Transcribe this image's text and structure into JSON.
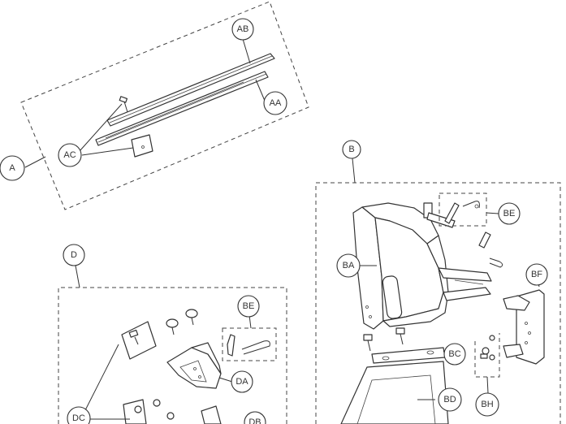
{
  "callouts": {
    "A": "A",
    "AA": "AA",
    "AB": "AB",
    "AC": "AC",
    "B": "B",
    "BA": "BA",
    "BC": "BC",
    "BD": "BD",
    "BE_top": "BE",
    "BF": "BF",
    "BH": "BH",
    "D": "D",
    "BE_bottom": "BE",
    "DA": "DA",
    "DC": "DC",
    "DB": "DB"
  }
}
